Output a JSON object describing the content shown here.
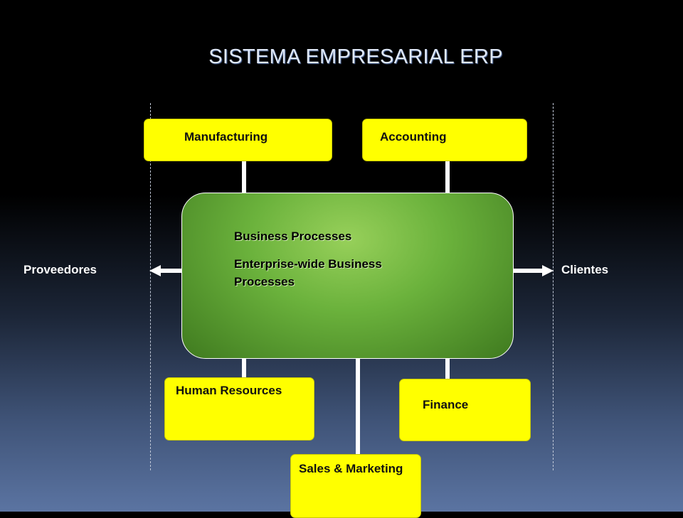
{
  "title": "SISTEMA EMPRESARIAL ERP",
  "center": {
    "line1": "Business Processes",
    "line2": "Enterprise-wide Business Processes"
  },
  "modules": {
    "manufacturing": "Manufacturing",
    "accounting": "Accounting",
    "human_resources": "Human Resources",
    "finance": "Finance",
    "sales_marketing": "Sales & Marketing"
  },
  "sides": {
    "left": "Proveedores",
    "right": "Clientes"
  },
  "colors": {
    "module_fill": "#ffff00",
    "center_fill": "#6bb23c",
    "connector": "#ffffff"
  }
}
